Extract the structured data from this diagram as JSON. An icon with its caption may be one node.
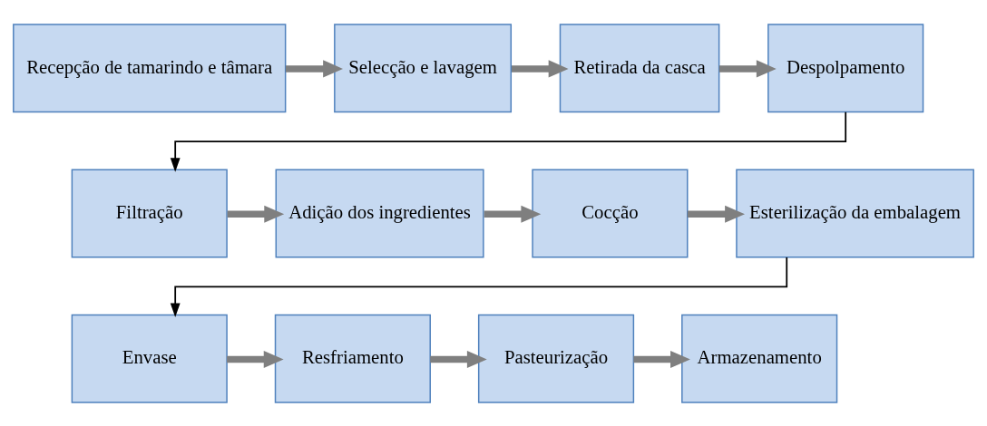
{
  "diagram": {
    "nodes": [
      {
        "text": [
          "Recepção de tamarindo e tâmara"
        ]
      },
      {
        "text": [
          "Selecção e lavagem"
        ]
      },
      {
        "text": [
          "Retirada da casca"
        ]
      },
      {
        "text": [
          "Despolpamento"
        ]
      },
      {
        "text": [
          "Filtração"
        ]
      },
      {
        "text": [
          "Adição dos ingredientes"
        ]
      },
      {
        "text": [
          "Cocção"
        ]
      },
      {
        "text": [
          "Esterilização da embalagem"
        ]
      },
      {
        "text": [
          "Envase"
        ]
      },
      {
        "text": [
          "Resfriamento"
        ]
      },
      {
        "text": [
          "Pasteurização"
        ]
      },
      {
        "text": [
          "Armazenamento"
        ]
      }
    ],
    "edges": [
      {
        "from": 0,
        "to": 1,
        "arrow": "to"
      },
      {
        "from": 1,
        "to": 2,
        "arrow": "to"
      },
      {
        "from": 2,
        "to": 3,
        "arrow": "to"
      },
      {
        "from": 3,
        "to": 4,
        "arrow": "to",
        "color": "#000000"
      },
      {
        "from": 4,
        "to": 5,
        "arrow": "to"
      },
      {
        "from": 5,
        "to": 6,
        "arrow": "to"
      },
      {
        "from": 6,
        "to": 7,
        "arrow": "to"
      },
      {
        "from": 7,
        "to": 8,
        "arrow": "to",
        "color": "#000000"
      },
      {
        "from": 8,
        "to": 9,
        "arrow": "to"
      },
      {
        "from": 9,
        "to": 10,
        "arrow": "to"
      },
      {
        "from": 10,
        "to": 11,
        "arrow": "to"
      }
    ]
  }
}
